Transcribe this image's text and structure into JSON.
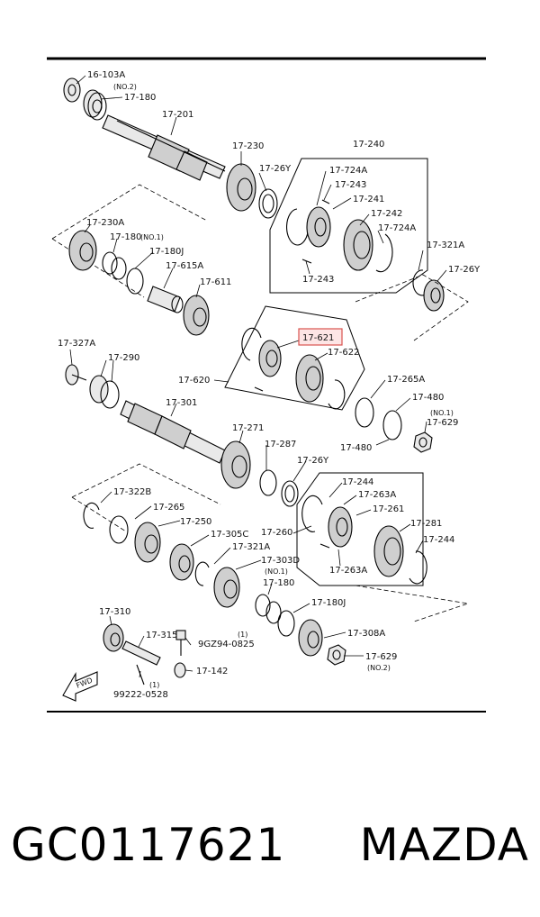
{
  "caption": {
    "part_number": "GC0117621",
    "brand": "MAZDA"
  },
  "highlight_label": "17-621",
  "labels": {
    "l16103a": "16-103A",
    "no2a": "(NO.2)",
    "l17180a": "17-180",
    "l17201": "17-201",
    "l17230": "17-230",
    "l17240": "17-240",
    "l1726ya": "17-26Y",
    "l17724a1": "17-724A",
    "l17243a": "17-243",
    "l17241": "17-241",
    "l17242": "17-242",
    "l17724a2": "17-724A",
    "l17243b": "17-243",
    "l17321a1": "17-321A",
    "l1726yb": "17-26Y",
    "l17230a": "17-230A",
    "l17180no1": "17-180",
    "no1a": "(NO.1)",
    "l17180j1": "17-180J",
    "l17615a": "17-615A",
    "l17611": "17-611",
    "l17327a": "17-327A",
    "l17290": "17-290",
    "l17620": "17-620",
    "l17622": "17-622",
    "l17265a": "17-265A",
    "l17480a": "17-480",
    "no1b": "(NO.1)",
    "l17629a": "17-629",
    "l17480b": "17-480",
    "l17301": "17-301",
    "l17271": "17-271",
    "l17287": "17-287",
    "l1726yc": "17-26Y",
    "l17322b": "17-322B",
    "l17265": "17-265",
    "l17250": "17-250",
    "l17305c": "17-305C",
    "l17321a2": "17-321A",
    "l17303d": "17-303D",
    "no1c": "(NO.1)",
    "l17180b": "17-180",
    "l17180j2": "17-180J",
    "l17244a": "17-244",
    "l17263a1": "17-263A",
    "l17261": "17-261",
    "l17260": "17-260",
    "l17281": "17-281",
    "l17244b": "17-244",
    "l17263a2": "17-263A",
    "l17310": "17-310",
    "l17315": "17-315",
    "l9gz": "9GZ94-0825",
    "qty1a": "(1)",
    "l17142": "17-142",
    "qty1b": "(1)",
    "l99222": "99222-0528",
    "l17308a": "17-308A",
    "l17629b": "17-629",
    "no2b": "(NO.2)",
    "fwd": "FWD"
  }
}
